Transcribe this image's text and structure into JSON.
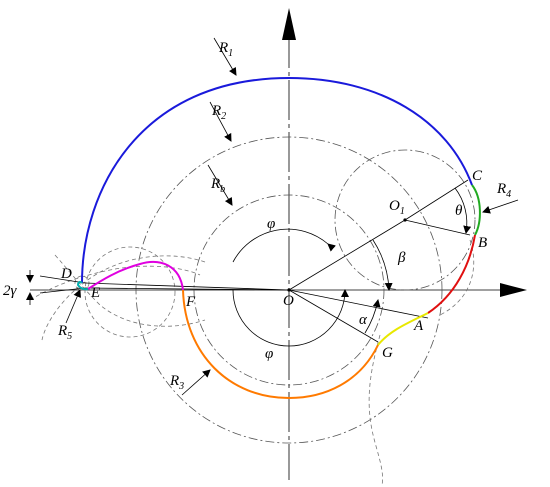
{
  "figure": {
    "labels": {
      "R1": {
        "main": "R",
        "sub": "1"
      },
      "R2": {
        "main": "R",
        "sub": "2"
      },
      "Rb": {
        "main": "R",
        "sub": "b"
      },
      "R3": {
        "main": "R",
        "sub": "3"
      },
      "R4": {
        "main": "R",
        "sub": "4"
      },
      "R5": {
        "main": "R",
        "sub": "5"
      },
      "O1": {
        "main": "O",
        "sub": "1"
      },
      "C": "C",
      "B": "B",
      "A": "A",
      "G": "G",
      "D": "D",
      "E": "E",
      "F": "F",
      "O": "O",
      "theta": "θ",
      "beta": "β",
      "alpha": "α",
      "phi_top": "φ",
      "phi_bottom": "φ",
      "gamma": "2γ"
    },
    "curve_colors": {
      "R1_arc": "#1a1adb",
      "R4_arc": "#22aa22",
      "AB_arc": "#e01010",
      "AG_arc": "#e8e800",
      "R3_arc": "#ff7a00",
      "EF_arc": "#e000e0",
      "DE_arc": "#00b0b0"
    }
  }
}
